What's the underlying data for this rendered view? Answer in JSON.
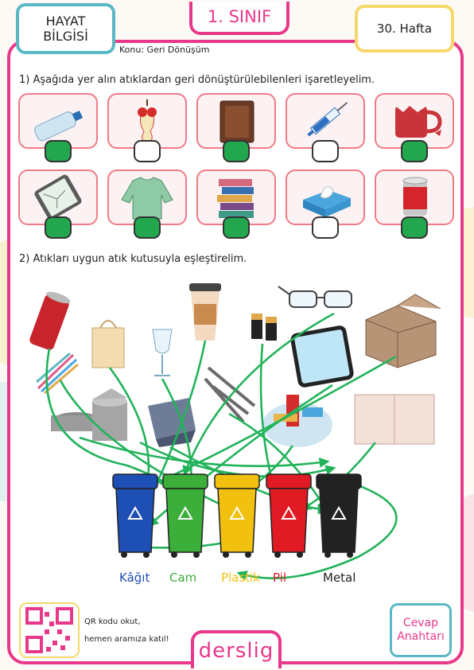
{
  "header": {
    "subject": "HAYAT BİLGİSİ",
    "grade": "1. SINIF",
    "week": "30. Hafta"
  },
  "topic": "Konu: Geri Dönüşüm",
  "q1": {
    "text": "1) Aşağıda yer alın atıklardan geri dönüştürülebilenleri işaretleyelim.",
    "items": [
      {
        "name": "plastic-bottle",
        "icon": "crushed-bottle-icon",
        "checked": true
      },
      {
        "name": "apple-core",
        "icon": "apple-core-icon",
        "checked": false
      },
      {
        "name": "old-book",
        "icon": "book-icon",
        "checked": true
      },
      {
        "name": "syringe",
        "icon": "syringe-icon",
        "checked": false
      },
      {
        "name": "broken-mug",
        "icon": "broken-mug-icon",
        "checked": true
      },
      {
        "name": "broken-phone",
        "icon": "broken-phone-icon",
        "checked": true
      },
      {
        "name": "old-sweater",
        "icon": "sweater-icon",
        "checked": true
      },
      {
        "name": "books-stack",
        "icon": "books-stack-icon",
        "checked": true
      },
      {
        "name": "tissue-box",
        "icon": "tissue-box-icon",
        "checked": false
      },
      {
        "name": "tin-can",
        "icon": "tin-can-icon",
        "checked": true
      }
    ]
  },
  "q2": {
    "text": "2) Atıkları uygun atık kutusuyla eşleştirelim."
  },
  "bins": [
    {
      "label": "Kâğıt",
      "color": "#1e4fb5",
      "text_color": "#1e4fb5"
    },
    {
      "label": "Cam",
      "color": "#3cae3a",
      "text_color": "#3cae3a"
    },
    {
      "label": "Plastik",
      "color": "#f2c10f",
      "text_color": "#f2c10f"
    },
    {
      "label": "Pil",
      "color": "#e01b24",
      "text_color": "#e01b24"
    },
    {
      "label": "Metal",
      "color": "#222222",
      "text_color": "#222222"
    }
  ],
  "footer": {
    "qr_line1": "QR kodu okut,",
    "qr_line2": "hemen aramıza katıl!",
    "logo": "derslig",
    "answer_key": "Cevap Anahtarı"
  },
  "colors": {
    "accent": "#e8388a",
    "teal": "#5ab8c4",
    "yellow": "#f4d86a",
    "check_green": "#22a64e",
    "arrow_green": "#22b35a"
  }
}
